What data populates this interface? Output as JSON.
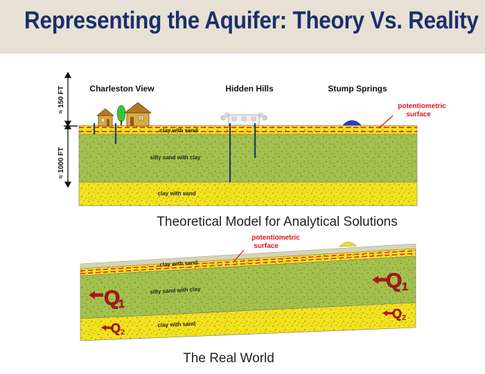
{
  "title": "Representing the Aquifer: Theory Vs. Reality",
  "theory": {
    "places": [
      "Charleston View",
      "Hidden Hills",
      "Stump Springs"
    ],
    "scale_top": "≈ 150 FT",
    "scale_bottom": "≈ 1000 FT",
    "potentiometric_line1": "potentiometric",
    "potentiometric_line2": "surface",
    "layers": [
      "clay with sand",
      "silty sand with clay",
      "clay with sand"
    ],
    "caption": "Theoretical Model for Analytical Solutions"
  },
  "reality": {
    "potentiometric_line1": "potentiometric",
    "potentiometric_line2": "surface",
    "layers": [
      "clay with sand",
      "silty sand with clay",
      "clay with sand"
    ],
    "flow_symbol": "Q",
    "flow_sub_upper": "1",
    "flow_sub_lower": "2",
    "caption": "The Real World"
  },
  "colors": {
    "title": "#1b2f6b",
    "clay_with_sand": "#f2e21e",
    "silty_sand": "#a4c04d",
    "potentiometric": "#e0141b",
    "wells": "#1d3a6e",
    "arrows": "#b3131a"
  }
}
